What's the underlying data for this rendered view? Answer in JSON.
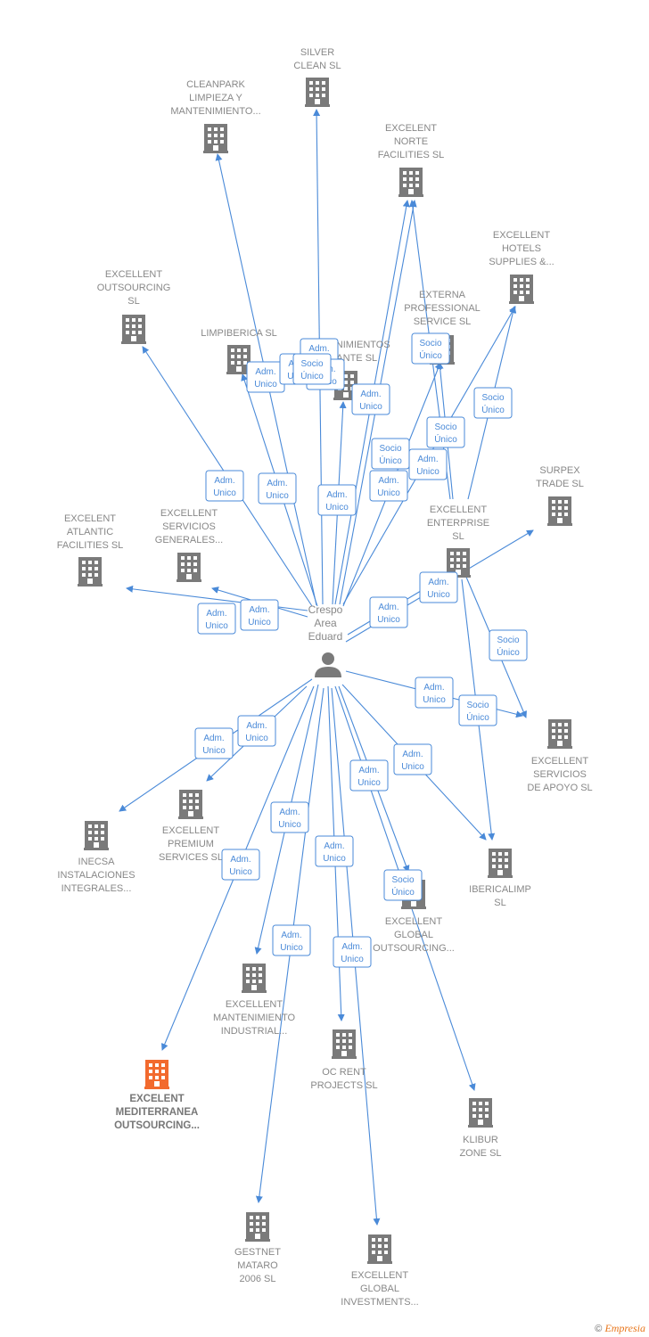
{
  "person": {
    "lines": [
      "Crespo",
      "Area",
      "Eduard"
    ]
  },
  "colors": {
    "edge": "#4a8ad8",
    "building": "#7a7a7a",
    "highlight": "#f26a2e"
  },
  "companies": [
    {
      "id": "silver",
      "lines": [
        "SILVER",
        "CLEAN SL"
      ]
    },
    {
      "id": "cleanpark",
      "lines": [
        "CLEANPARK",
        "LIMPIEZA Y",
        "MANTENIMIENTO..."
      ]
    },
    {
      "id": "norte",
      "lines": [
        "EXCELENT",
        "NORTE",
        "FACILITIES  SL"
      ]
    },
    {
      "id": "hotels",
      "lines": [
        "EXCELLENT",
        "HOTELS",
        "SUPPLIES &..."
      ]
    },
    {
      "id": "outsourcing",
      "lines": [
        "EXCELLENT",
        "OUTSOURCING",
        "SL"
      ]
    },
    {
      "id": "externa",
      "lines": [
        "EXTERNA",
        "PROFESSIONAL",
        "SERVICE  SL"
      ]
    },
    {
      "id": "limpiberica",
      "lines": [
        "LIMPIBERICA SL"
      ]
    },
    {
      "id": "mantenimientos",
      "lines": [
        "MANTENIMIENTOS",
        "ALICANTE SL"
      ]
    },
    {
      "id": "enterprise",
      "lines": [
        "EXCELLENT",
        "ENTERPRISE",
        "SL"
      ]
    },
    {
      "id": "surpex",
      "lines": [
        "SURPEX",
        "TRADE  SL"
      ]
    },
    {
      "id": "atlantic",
      "lines": [
        "EXCELENT",
        "ATLANTIC",
        "FACILITIES  SL"
      ]
    },
    {
      "id": "servgen",
      "lines": [
        "EXCELLENT",
        "SERVICIOS",
        "GENERALES..."
      ]
    },
    {
      "id": "apoyo",
      "lines": [
        "EXCELLENT",
        "SERVICIOS",
        "DE APOYO  SL"
      ]
    },
    {
      "id": "premium",
      "lines": [
        "EXCELLENT",
        "PREMIUM",
        "SERVICES  SL"
      ]
    },
    {
      "id": "inecsa",
      "lines": [
        "INECSA",
        "INSTALACIONES",
        "INTEGRALES..."
      ]
    },
    {
      "id": "ibericalimp",
      "lines": [
        "IBERICALIMP",
        "SL"
      ]
    },
    {
      "id": "globalout",
      "lines": [
        "EXCELLENT",
        "GLOBAL",
        "OUTSOURCING..."
      ]
    },
    {
      "id": "mantind",
      "lines": [
        "EXCELLENT",
        "MANTENIMIENTO",
        "INDUSTRIAL..."
      ]
    },
    {
      "id": "ocrent",
      "lines": [
        "OC RENT",
        "PROJECTS  SL"
      ]
    },
    {
      "id": "mediterranea",
      "lines": [
        "EXCELENT",
        "MEDITERRANEA",
        "OUTSOURCING..."
      ],
      "highlight": true
    },
    {
      "id": "klibur",
      "lines": [
        "KLIBUR",
        "ZONE  SL"
      ]
    },
    {
      "id": "gestnet",
      "lines": [
        "GESTNET",
        "MATARO",
        "2006 SL"
      ]
    },
    {
      "id": "globalinv",
      "lines": [
        "EXCELLENT",
        "GLOBAL",
        "INVESTMENTS..."
      ]
    }
  ],
  "badges": [
    [
      "Adm.",
      "Unico"
    ],
    [
      "Adm.",
      "Unico"
    ],
    [
      "Adm.",
      "Unico"
    ],
    [
      "Adm.",
      "Unico"
    ],
    [
      "Adm.",
      "Unico"
    ],
    [
      "Adm.",
      "Unico"
    ],
    [
      "Adm.",
      "Unico"
    ],
    [
      "Adm.",
      "Unico"
    ],
    [
      "Adm.",
      "Unico"
    ],
    [
      "Adm.",
      "Unico"
    ],
    [
      "Adm.",
      "Unico"
    ],
    [
      "Adm.",
      "Unico"
    ],
    [
      "Adm.",
      "Unico"
    ],
    [
      "Adm.",
      "Unico"
    ],
    [
      "Adm.",
      "Unico"
    ],
    [
      "Adm.",
      "Unico"
    ],
    [
      "Adm.",
      "Unico"
    ],
    [
      "Adm.",
      "Unico"
    ],
    [
      "Adm.",
      "Unico"
    ],
    [
      "Adm.",
      "Unico"
    ],
    [
      "Adm.",
      "Unico"
    ],
    [
      "Adm.",
      "Unico"
    ],
    [
      "Adm.",
      "Unico"
    ],
    [
      "Adm.",
      "Unico"
    ],
    [
      "Socio",
      "Único"
    ],
    [
      "Socio",
      "Único"
    ],
    [
      "Socio",
      "Único"
    ],
    [
      "Socio",
      "Único"
    ],
    [
      "Socio",
      "Único"
    ],
    [
      "Socio",
      "Único"
    ],
    [
      "Socio",
      "Único"
    ],
    [
      "Socio",
      "Único"
    ]
  ],
  "footer": {
    "copyright": "©",
    "brand": "Empresia"
  }
}
